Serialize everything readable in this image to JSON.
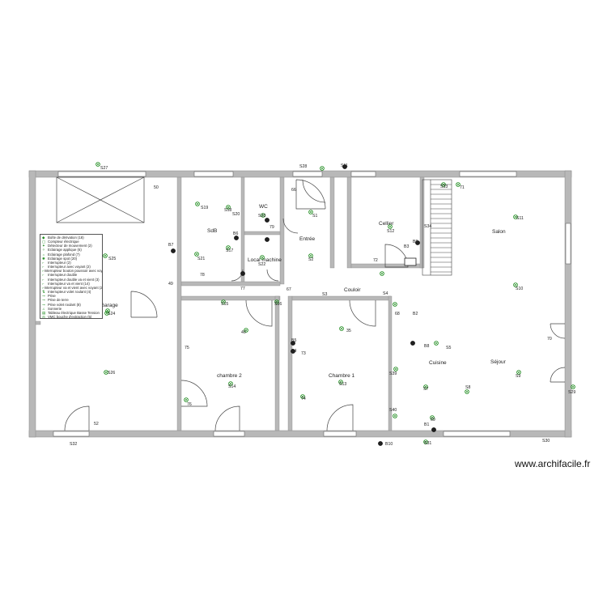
{
  "colors": {
    "wall": "#b5b5b5",
    "wall_edge": "#8a8a8a",
    "symbol": "#1a8a1a",
    "text": "#222222",
    "door": "#444444"
  },
  "watermark": "www.archifacile.fr",
  "rooms": {
    "sdb": "SdB",
    "wc": "WC",
    "local": "Local machine",
    "entree": "Entrée",
    "cellier": "Cellier",
    "salon": "Salon",
    "garage": "Garage",
    "couloir": "Couloir",
    "chambre2": "chambre 2",
    "chambre1": "Chambre 1",
    "cuisine": "Cuisine",
    "sejour": "Séjour"
  },
  "legend": [
    "Boîte de dérivation (18)",
    "Compteur électrique",
    "Détecteur de mouvement (2)",
    "Eclairage applique (6)",
    "Eclairage plafond (7)",
    "Eclairage spot (20)",
    "Interrupteur (2)",
    "Interrupteur avec voyant (2)",
    "Interrupteur bouton poussoir avec voyant",
    "Interrupteur double",
    "Interrupteur double va et vient (3)",
    "Interrupteur va et vient (14)",
    "Interrupteur va et vient avec voyant (2)",
    "Interrupteur volet roulant (4)",
    "Prise",
    "Prise de terre",
    "Prise volet roulant (8)",
    "Sonnerie",
    "Tableau électrique Basse Tension",
    "VMC bouche d'extraction (5)",
    "VMC caisson"
  ],
  "labels": [
    {
      "id": "S27",
      "text": "S27"
    },
    {
      "id": "S28",
      "text": "S28"
    },
    {
      "id": "S11a",
      "text": "S11"
    },
    {
      "id": "n50",
      "text": "50"
    },
    {
      "id": "S19",
      "text": "S19"
    },
    {
      "id": "S18",
      "text": "S18"
    },
    {
      "id": "S20",
      "text": "S20"
    },
    {
      "id": "S23",
      "text": "S23"
    },
    {
      "id": "n66",
      "text": "66"
    },
    {
      "id": "S1",
      "text": "S1"
    },
    {
      "id": "S33",
      "text": "S33"
    },
    {
      "id": "n71",
      "text": "71"
    },
    {
      "id": "S11b",
      "text": "S11"
    },
    {
      "id": "S12",
      "text": "S12"
    },
    {
      "id": "S34",
      "text": "S34"
    },
    {
      "id": "B6",
      "text": "B6"
    },
    {
      "id": "n79",
      "text": "79"
    },
    {
      "id": "B7",
      "text": "B7"
    },
    {
      "id": "S17",
      "text": "S17"
    },
    {
      "id": "S21",
      "text": "S21"
    },
    {
      "id": "S22",
      "text": "S22"
    },
    {
      "id": "S2",
      "text": "S2"
    },
    {
      "id": "B3",
      "text": "B3"
    },
    {
      "id": "B9",
      "text": "B9"
    },
    {
      "id": "n72",
      "text": "72"
    },
    {
      "id": "S25",
      "text": "S25"
    },
    {
      "id": "n78",
      "text": "78"
    },
    {
      "id": "n49",
      "text": "49"
    },
    {
      "id": "n77",
      "text": "77"
    },
    {
      "id": "S3",
      "text": "S3"
    },
    {
      "id": "S4",
      "text": "S4"
    },
    {
      "id": "S10",
      "text": "S10"
    },
    {
      "id": "S24",
      "text": "S24"
    },
    {
      "id": "S15",
      "text": "S15"
    },
    {
      "id": "S16",
      "text": "S16"
    },
    {
      "id": "n67",
      "text": "67"
    },
    {
      "id": "n68",
      "text": "68"
    },
    {
      "id": "n40",
      "text": "40"
    },
    {
      "id": "n35",
      "text": "35"
    },
    {
      "id": "B2",
      "text": "B2"
    },
    {
      "id": "B8",
      "text": "B8"
    },
    {
      "id": "S5",
      "text": "S5"
    },
    {
      "id": "n75",
      "text": "75"
    },
    {
      "id": "B5",
      "text": "B5"
    },
    {
      "id": "B4",
      "text": "B4"
    },
    {
      "id": "n73",
      "text": "73"
    },
    {
      "id": "n70",
      "text": "70"
    },
    {
      "id": "S26",
      "text": "S26"
    },
    {
      "id": "S39",
      "text": "S39"
    },
    {
      "id": "S9",
      "text": "S9"
    },
    {
      "id": "S14",
      "text": "S14"
    },
    {
      "id": "S13",
      "text": "S13"
    },
    {
      "id": "S7",
      "text": "S7"
    },
    {
      "id": "S8",
      "text": "S8"
    },
    {
      "id": "S29",
      "text": "S29"
    },
    {
      "id": "n76",
      "text": "76"
    },
    {
      "id": "n74",
      "text": "74"
    },
    {
      "id": "S40",
      "text": "S40"
    },
    {
      "id": "n52",
      "text": "52"
    },
    {
      "id": "n69",
      "text": "69"
    },
    {
      "id": "B1",
      "text": "B1"
    },
    {
      "id": "S32",
      "text": "S32"
    },
    {
      "id": "B10",
      "text": "B10"
    },
    {
      "id": "S31",
      "text": "S31"
    },
    {
      "id": "S30",
      "text": "S30"
    }
  ]
}
